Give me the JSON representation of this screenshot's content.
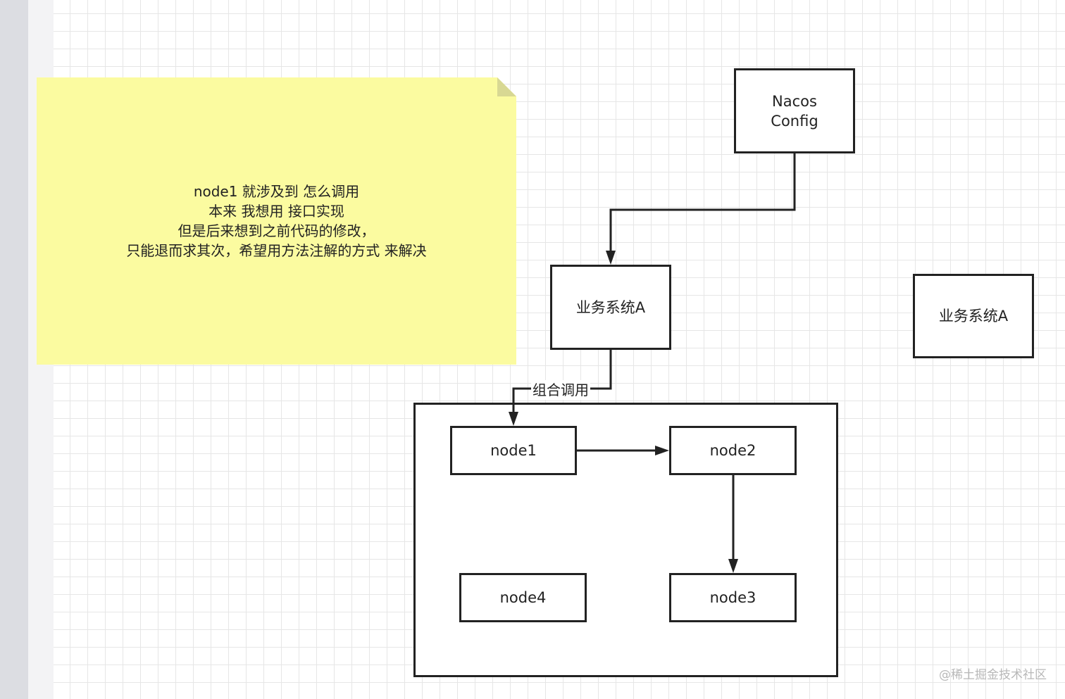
{
  "note": {
    "lines": [
      "node1 就涉及到 怎么调用",
      "本来 我想用 接口实现",
      "但是后来想到之前代码的修改，",
      "只能退而求其次，希望用方法注解的方式 来解决"
    ],
    "color": "#fbfba0"
  },
  "nodes": {
    "nacos": "Nacos\nConfig",
    "biz_a": "业务系统A",
    "biz_a_right": "业务系统A",
    "node1": "node1",
    "node2": "node2",
    "node3": "node3",
    "node4": "node4"
  },
  "edges": {
    "combo_label": "组合调用"
  },
  "watermark": "@稀土掘金技术社区"
}
